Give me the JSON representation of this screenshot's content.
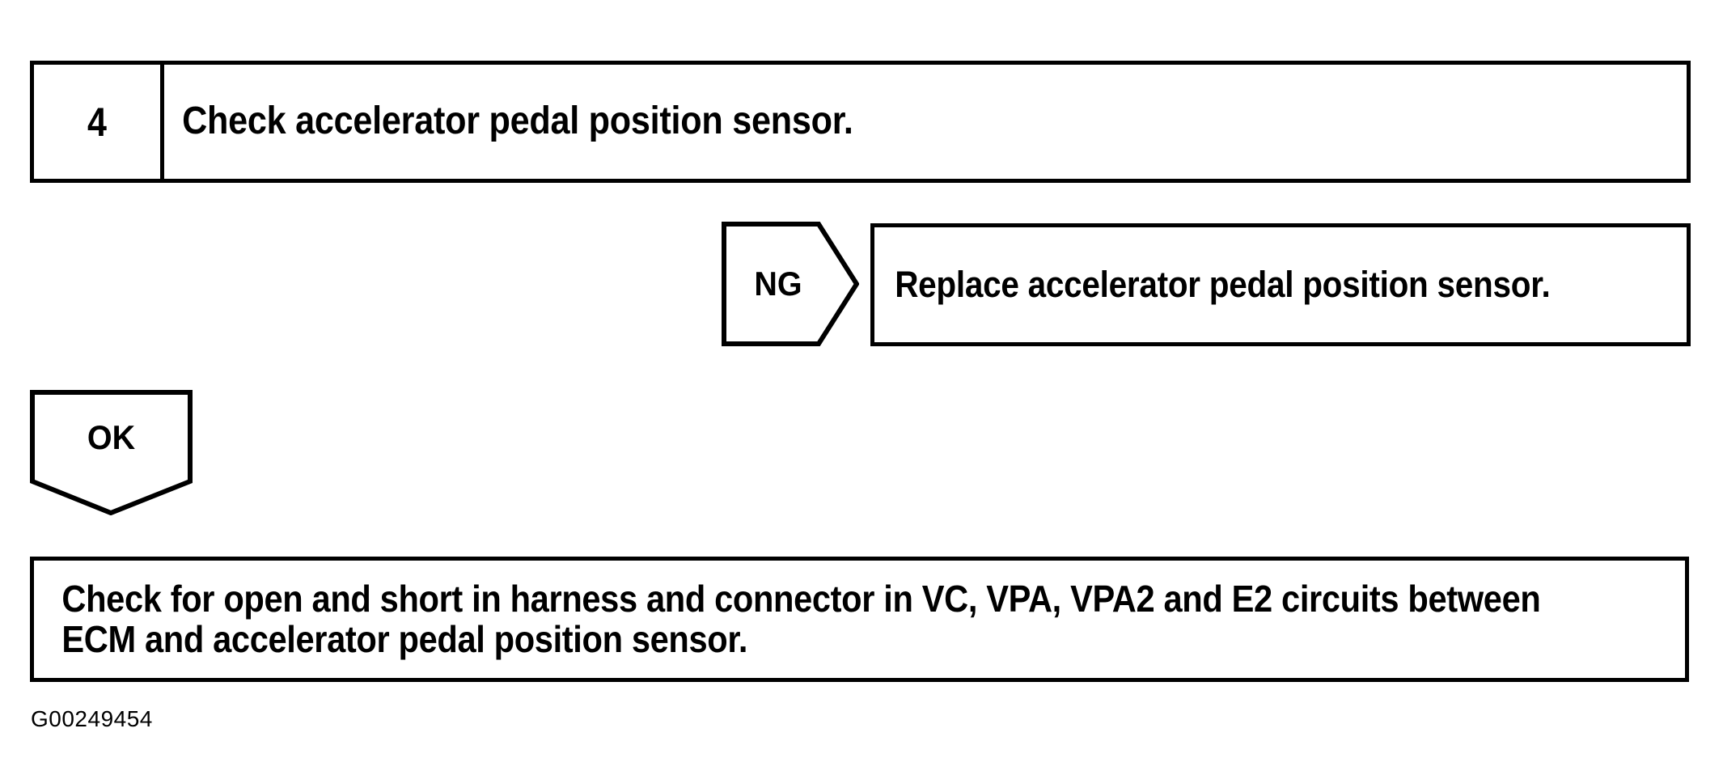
{
  "document": {
    "type": "automotive-diagnostic-flowchart",
    "figure_code": "G00249454",
    "colors": {
      "line": "#000000",
      "background": "#ffffff",
      "text": "#000000"
    }
  },
  "step": {
    "number": "4",
    "title": "Check accelerator pedal position sensor."
  },
  "branches": {
    "ng": {
      "label": "NG",
      "shape": "right-pointing-chevron",
      "result_box": {
        "text": "Replace accelerator pedal position sensor."
      }
    },
    "ok": {
      "label": "OK",
      "shape": "down-pointing-pentagon"
    }
  },
  "instruction": {
    "line1": "Check for open and short in harness and connector in VC, VPA, VPA2 and E2 circuits between",
    "line2": "ECM and accelerator pedal position sensor.",
    "full_text": "Check for open and short in harness and connector in VC, VPA, VPA2 and E2 circuits between ECM and accelerator pedal position sensor."
  }
}
